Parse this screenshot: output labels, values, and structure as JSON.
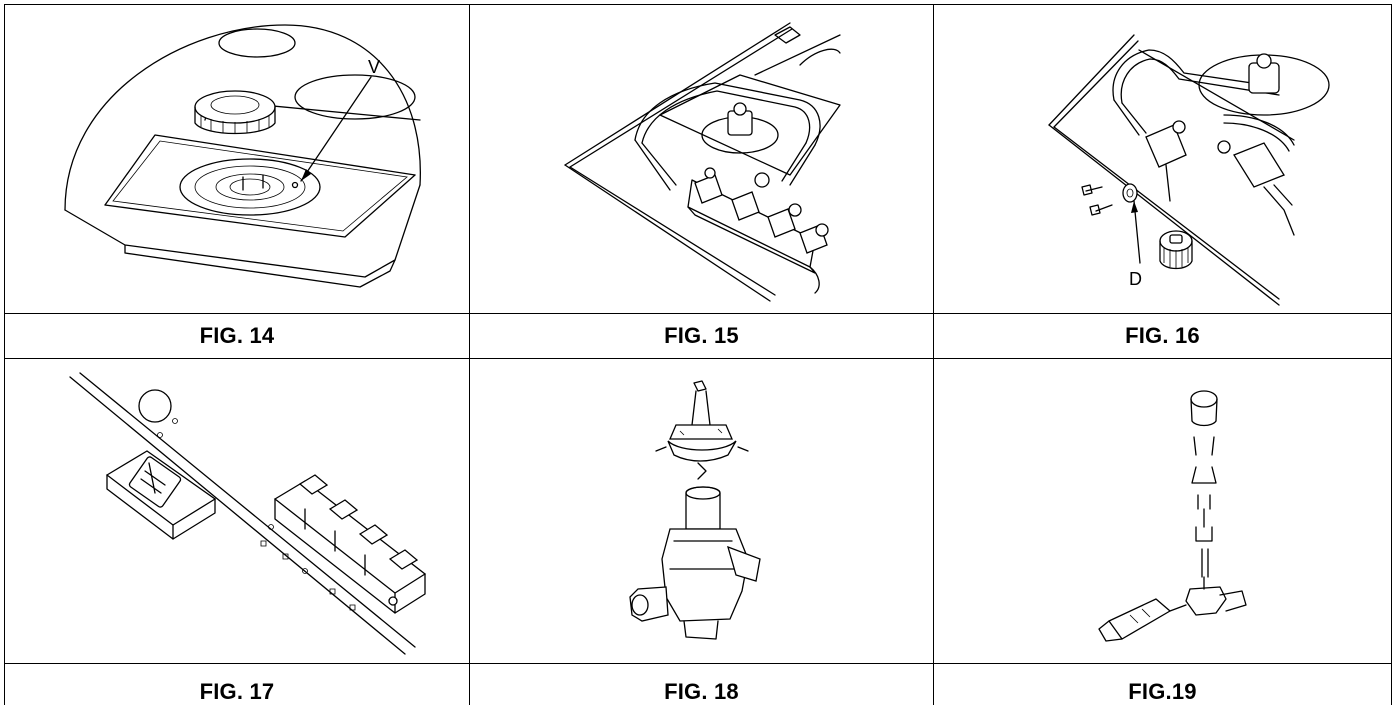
{
  "figures": [
    {
      "caption": "FIG. 14",
      "callout": "V"
    },
    {
      "caption": "FIG. 15"
    },
    {
      "caption": "FIG. 16",
      "callout": "D"
    },
    {
      "caption": "FIG. 17"
    },
    {
      "caption": "FIG. 18"
    },
    {
      "caption": "FIG.19"
    }
  ]
}
